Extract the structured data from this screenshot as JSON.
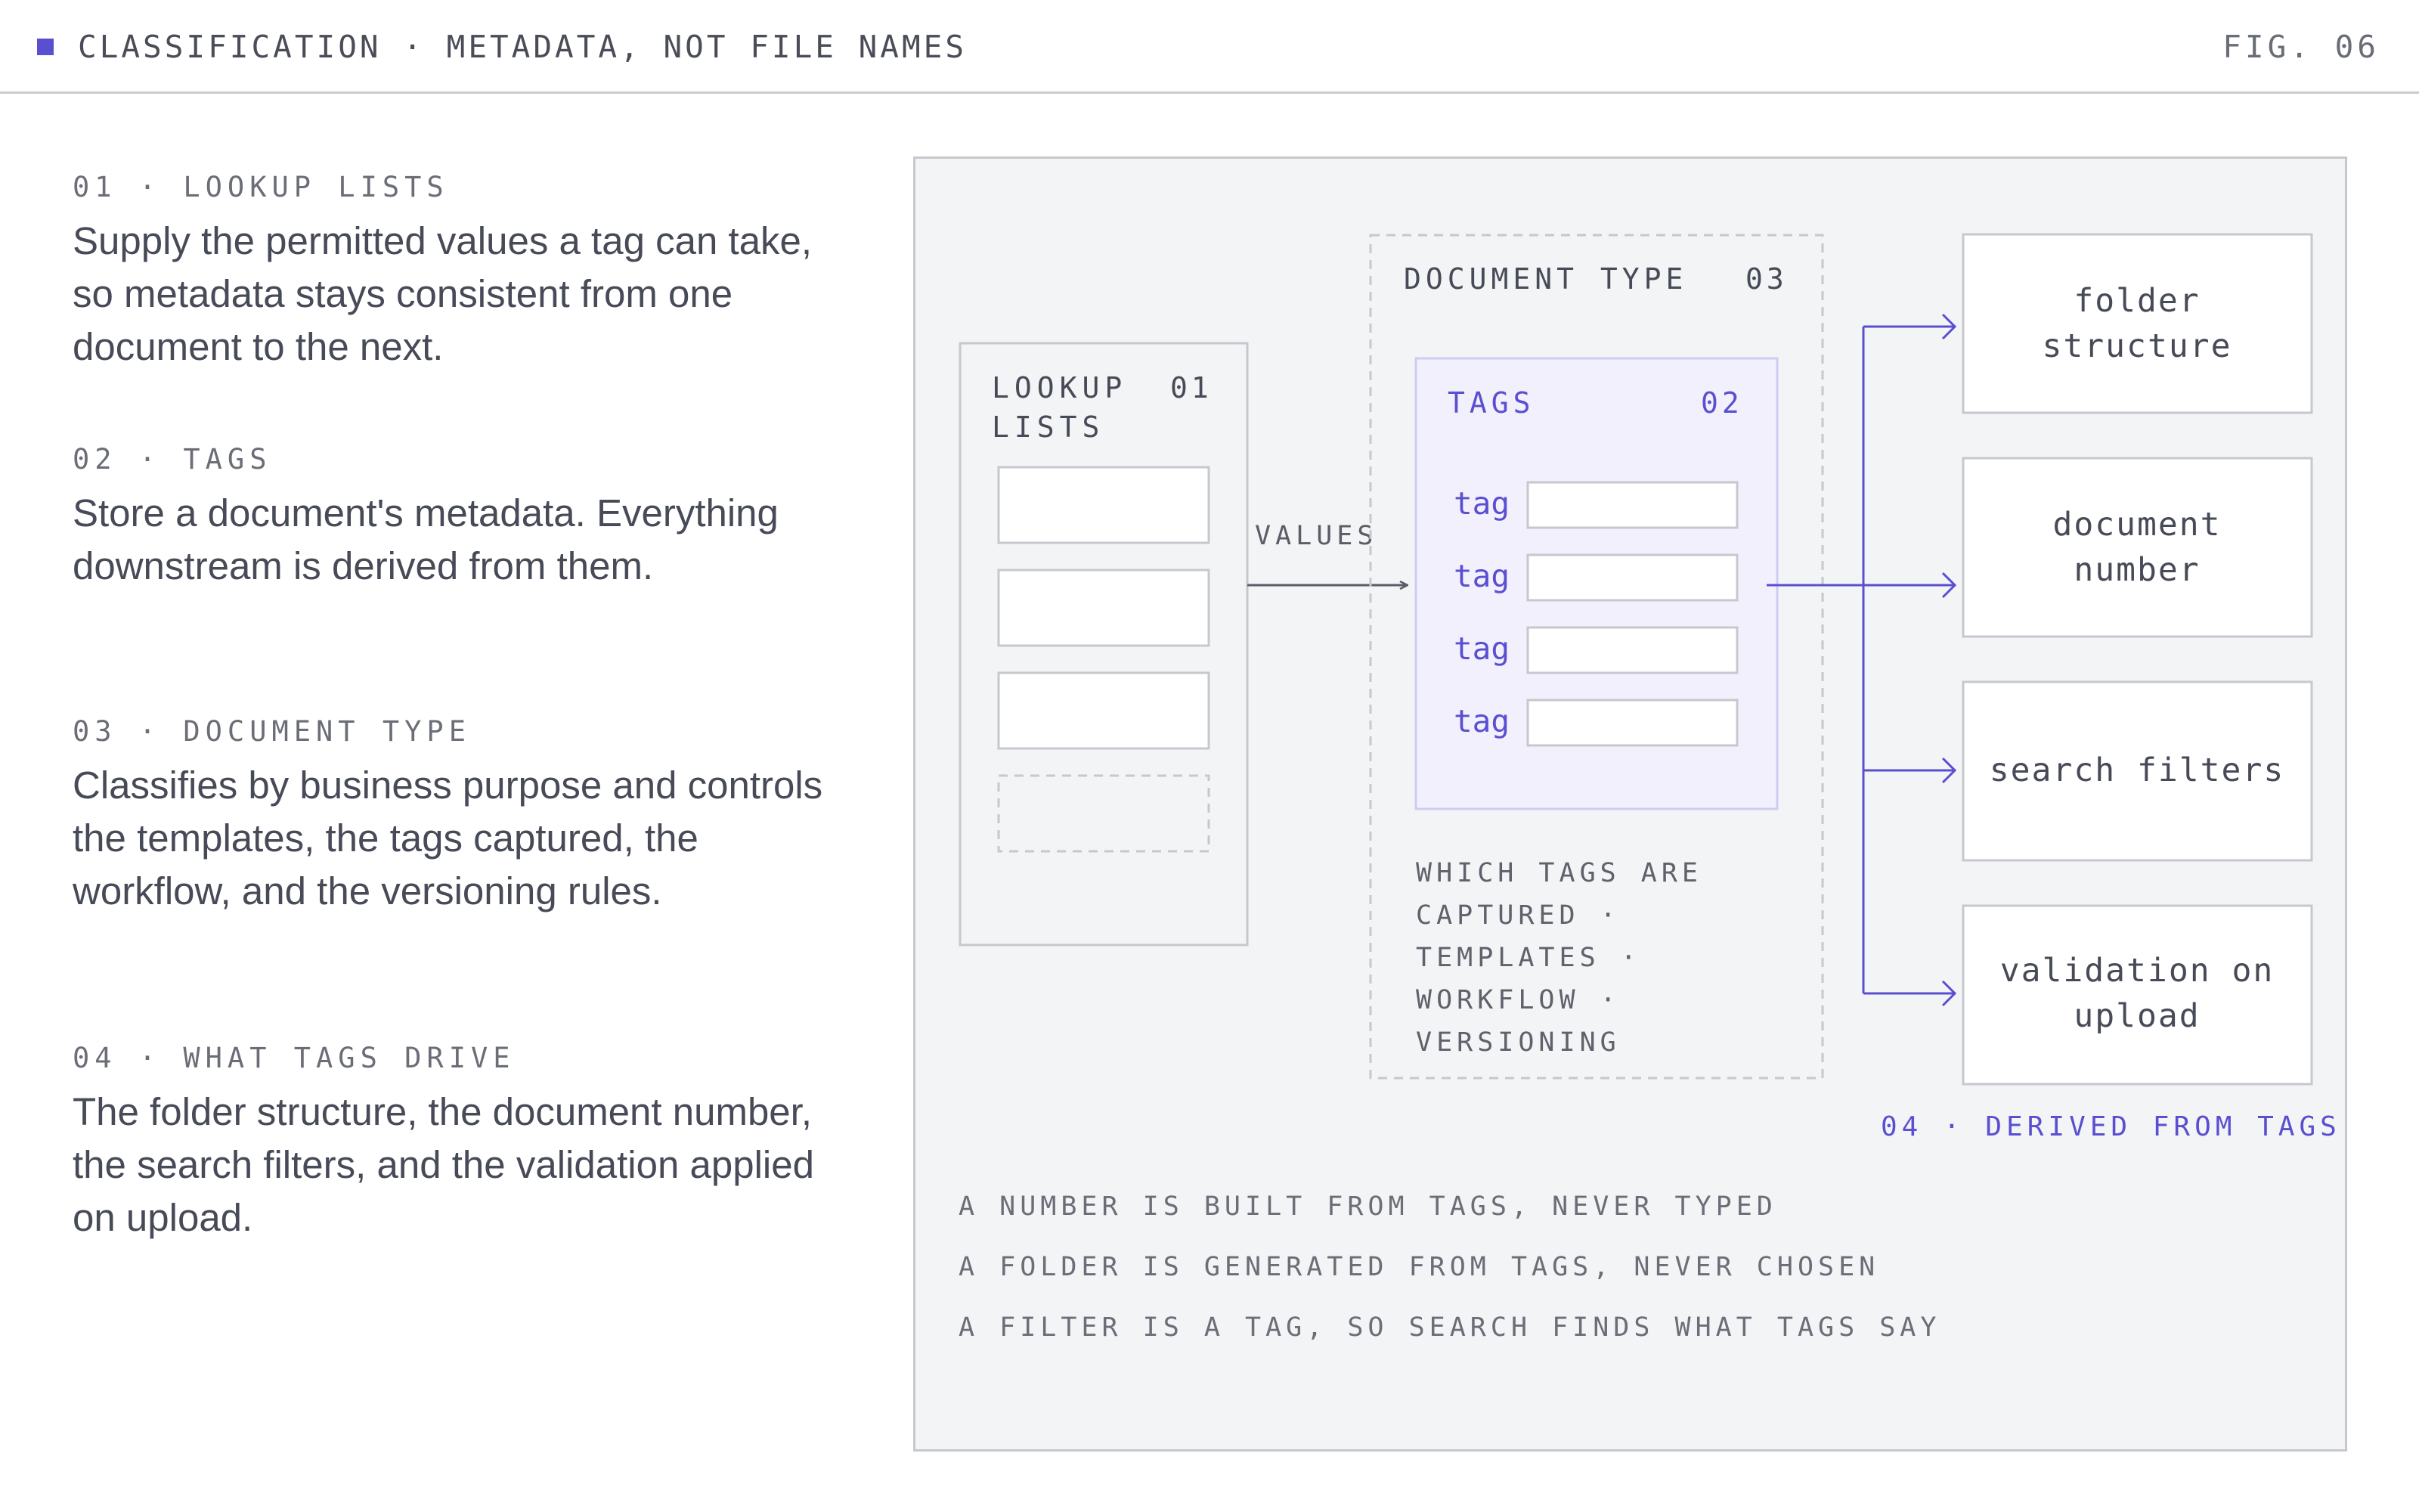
{
  "header": {
    "title": "CLASSIFICATION · METADATA, NOT FILE NAMES",
    "figure": "FIG. 06"
  },
  "sections": [
    {
      "label": "01 · LOOKUP LISTS",
      "body": "Supply the permitted values a tag can take, so metadata stays consistent from one document to the next."
    },
    {
      "label": "02 · TAGS",
      "body": "Store a document's metadata. Everything downstream is derived from them."
    },
    {
      "label": "03 · DOCUMENT TYPE",
      "body": "Classifies by business purpose and controls the templates, the tags captured, the workflow, and the versioning rules."
    },
    {
      "label": "04 · WHAT TAGS DRIVE",
      "body": "The folder structure, the document number, the search filters, and the validation applied on upload."
    }
  ],
  "diagram": {
    "lookup": {
      "title_line1": "LOOKUP",
      "title_line2": "LISTS",
      "number": "01"
    },
    "arrow_label": "VALUES",
    "doc_type": {
      "title": "DOCUMENT TYPE",
      "number": "03",
      "caption": [
        "WHICH TAGS ARE",
        "CAPTURED ·",
        "TEMPLATES ·",
        "WORKFLOW ·",
        "VERSIONING"
      ]
    },
    "tags": {
      "title": "TAGS",
      "number": "02",
      "tag_label": "tag"
    },
    "outputs": [
      {
        "line1": "folder",
        "line2": "structure"
      },
      {
        "line1": "document",
        "line2": "number"
      },
      {
        "line1": "search filters",
        "line2": ""
      },
      {
        "line1": "validation on",
        "line2": "upload"
      }
    ],
    "derived_label": "04 · DERIVED FROM TAGS",
    "notes": [
      "A NUMBER IS BUILT FROM TAGS, NEVER TYPED",
      "A FOLDER IS GENERATED FROM TAGS, NEVER CHOSEN",
      "A FILTER IS A TAG, SO SEARCH FINDS WHAT TAGS SAY"
    ]
  },
  "colors": {
    "accent": "#5a4fd0",
    "tags_fill": "#f1f0fc",
    "panel_bg": "#f3f4f6",
    "border": "#c6c8cd",
    "text": "#474a57"
  }
}
